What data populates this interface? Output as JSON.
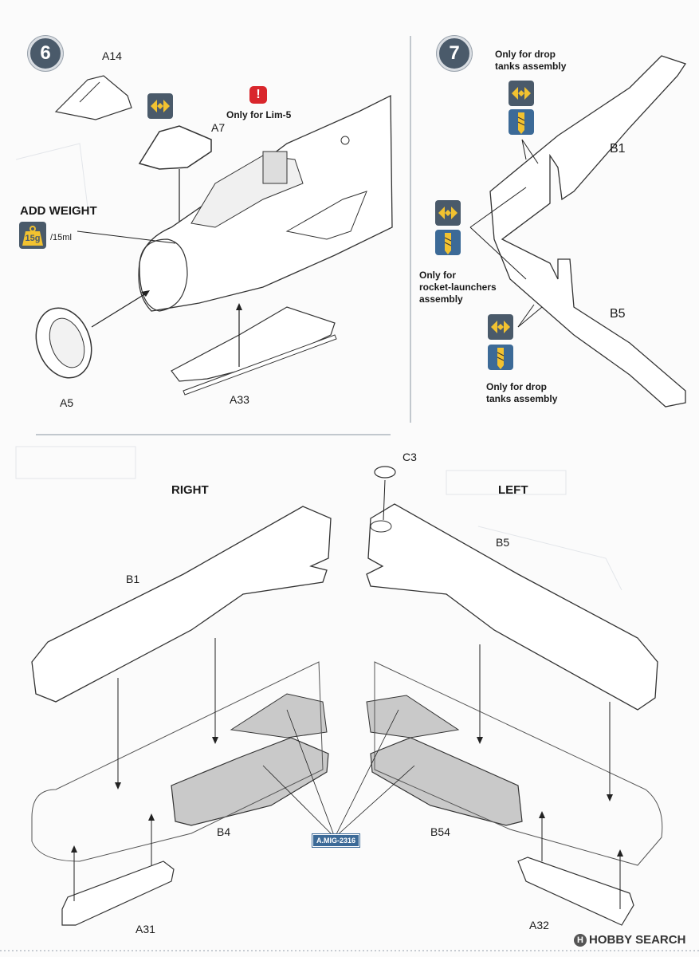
{
  "steps": [
    {
      "number": "6"
    },
    {
      "number": "7"
    }
  ],
  "step6": {
    "part_a14": "A14",
    "part_a7": "A7",
    "part_a5": "A5",
    "part_a33": "A33",
    "lim5_note": "Only for Lim-5",
    "warning_mark": "!",
    "add_weight": "ADD WEIGHT",
    "weight_icon_text": "15g",
    "weight_volume": "/15ml"
  },
  "step7": {
    "part_b1": "B1",
    "part_b5": "B5",
    "note_drop_tanks_top": "Only for drop\ntanks assembly",
    "note_rocket": "Only for\nrocket-launchers\nassembly",
    "note_drop_tanks_bottom": "Only for drop\ntanks assembly"
  },
  "step8": {
    "right_label": "RIGHT",
    "left_label": "LEFT",
    "part_c3": "C3",
    "part_b1": "B1",
    "part_b5": "B5",
    "part_b4": "B4",
    "part_b54": "B54",
    "part_a31": "A31",
    "part_a32": "A32",
    "paint_code": "A.MIG-2316"
  },
  "watermark": "HOBBY SEARCH",
  "colors": {
    "step_badge": "#4a5a6a",
    "icon_blue": "#3c6a97",
    "icon_yellow": "#f2c230",
    "warning_red": "#d9262c",
    "part_grey": "#c9c9c9"
  }
}
